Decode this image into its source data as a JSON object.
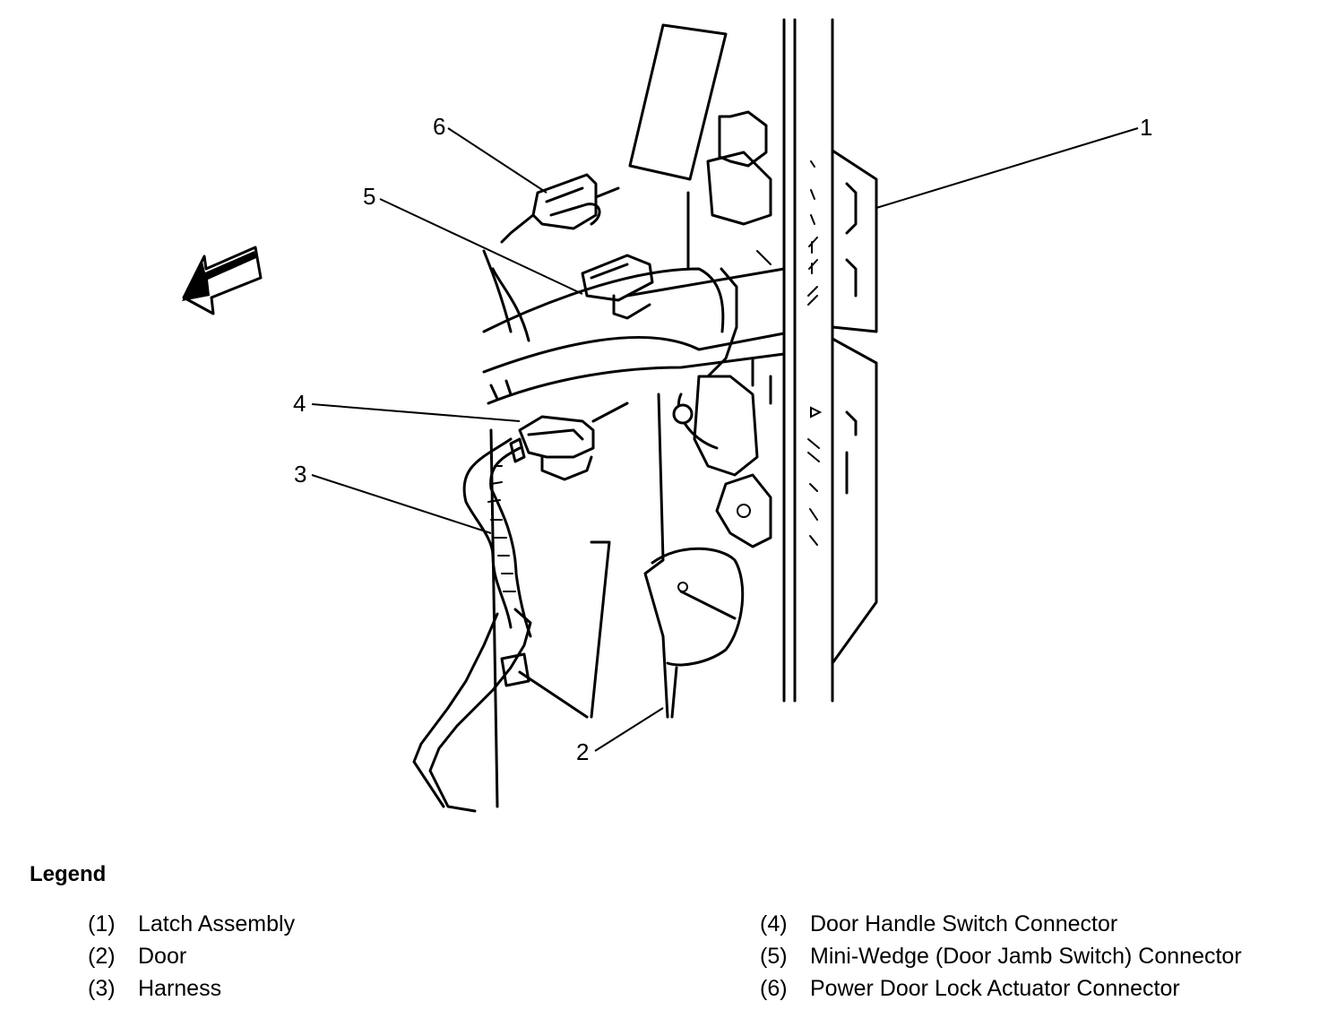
{
  "diagram": {
    "callouts": [
      "1",
      "2",
      "3",
      "4",
      "5",
      "6"
    ],
    "direction_icon": "arrow-forward-icon"
  },
  "legend": {
    "title": "Legend",
    "items": [
      {
        "number": "(1)",
        "label": "Latch Assembly"
      },
      {
        "number": "(2)",
        "label": "Door"
      },
      {
        "number": "(3)",
        "label": "Harness"
      },
      {
        "number": "(4)",
        "label": "Door Handle Switch Connector"
      },
      {
        "number": "(5)",
        "label": "Mini-Wedge (Door Jamb Switch) Connector"
      },
      {
        "number": "(6)",
        "label": "Power Door Lock Actuator Connector"
      }
    ]
  }
}
